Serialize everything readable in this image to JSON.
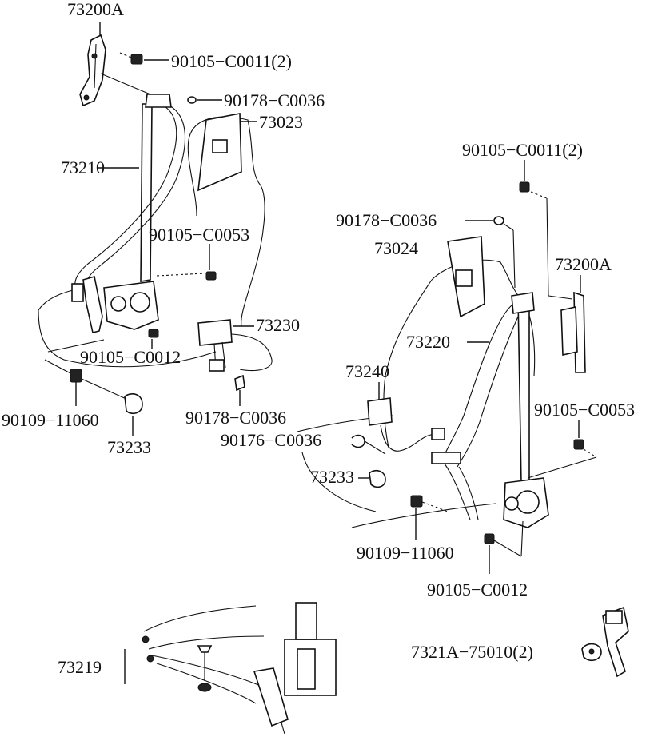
{
  "diagram": {
    "left_assembly": {
      "labels": {
        "retractor_bracket": "73200A",
        "bolt_top": "90105−C0011(2)",
        "cover_top": "90178−C0036",
        "guide": "73023",
        "belt": "73210",
        "bolt_mid": "90105−C0053",
        "buckle": "73230",
        "bolt_low": "90105−C0012",
        "anchor_bolt": "90109−11060",
        "cover_low": "90178−C0036",
        "anchor_cover": "73233"
      }
    },
    "right_assembly": {
      "labels": {
        "bolt_top": "90105−C0011(2)",
        "cover_top": "90178−C0036",
        "guide": "73024",
        "retractor_bracket": "73200A",
        "belt": "73220",
        "buckle": "73240",
        "bolt_mid": "90105−C0053",
        "clip": "90176−C0036",
        "anchor_cover": "73233",
        "anchor_bolt": "90109−11060",
        "bolt_low": "90105−C0012"
      }
    },
    "bottom_parts": {
      "labels": {
        "rear_belt": "73219",
        "child_anchor": "7321A−75010(2)"
      }
    }
  }
}
